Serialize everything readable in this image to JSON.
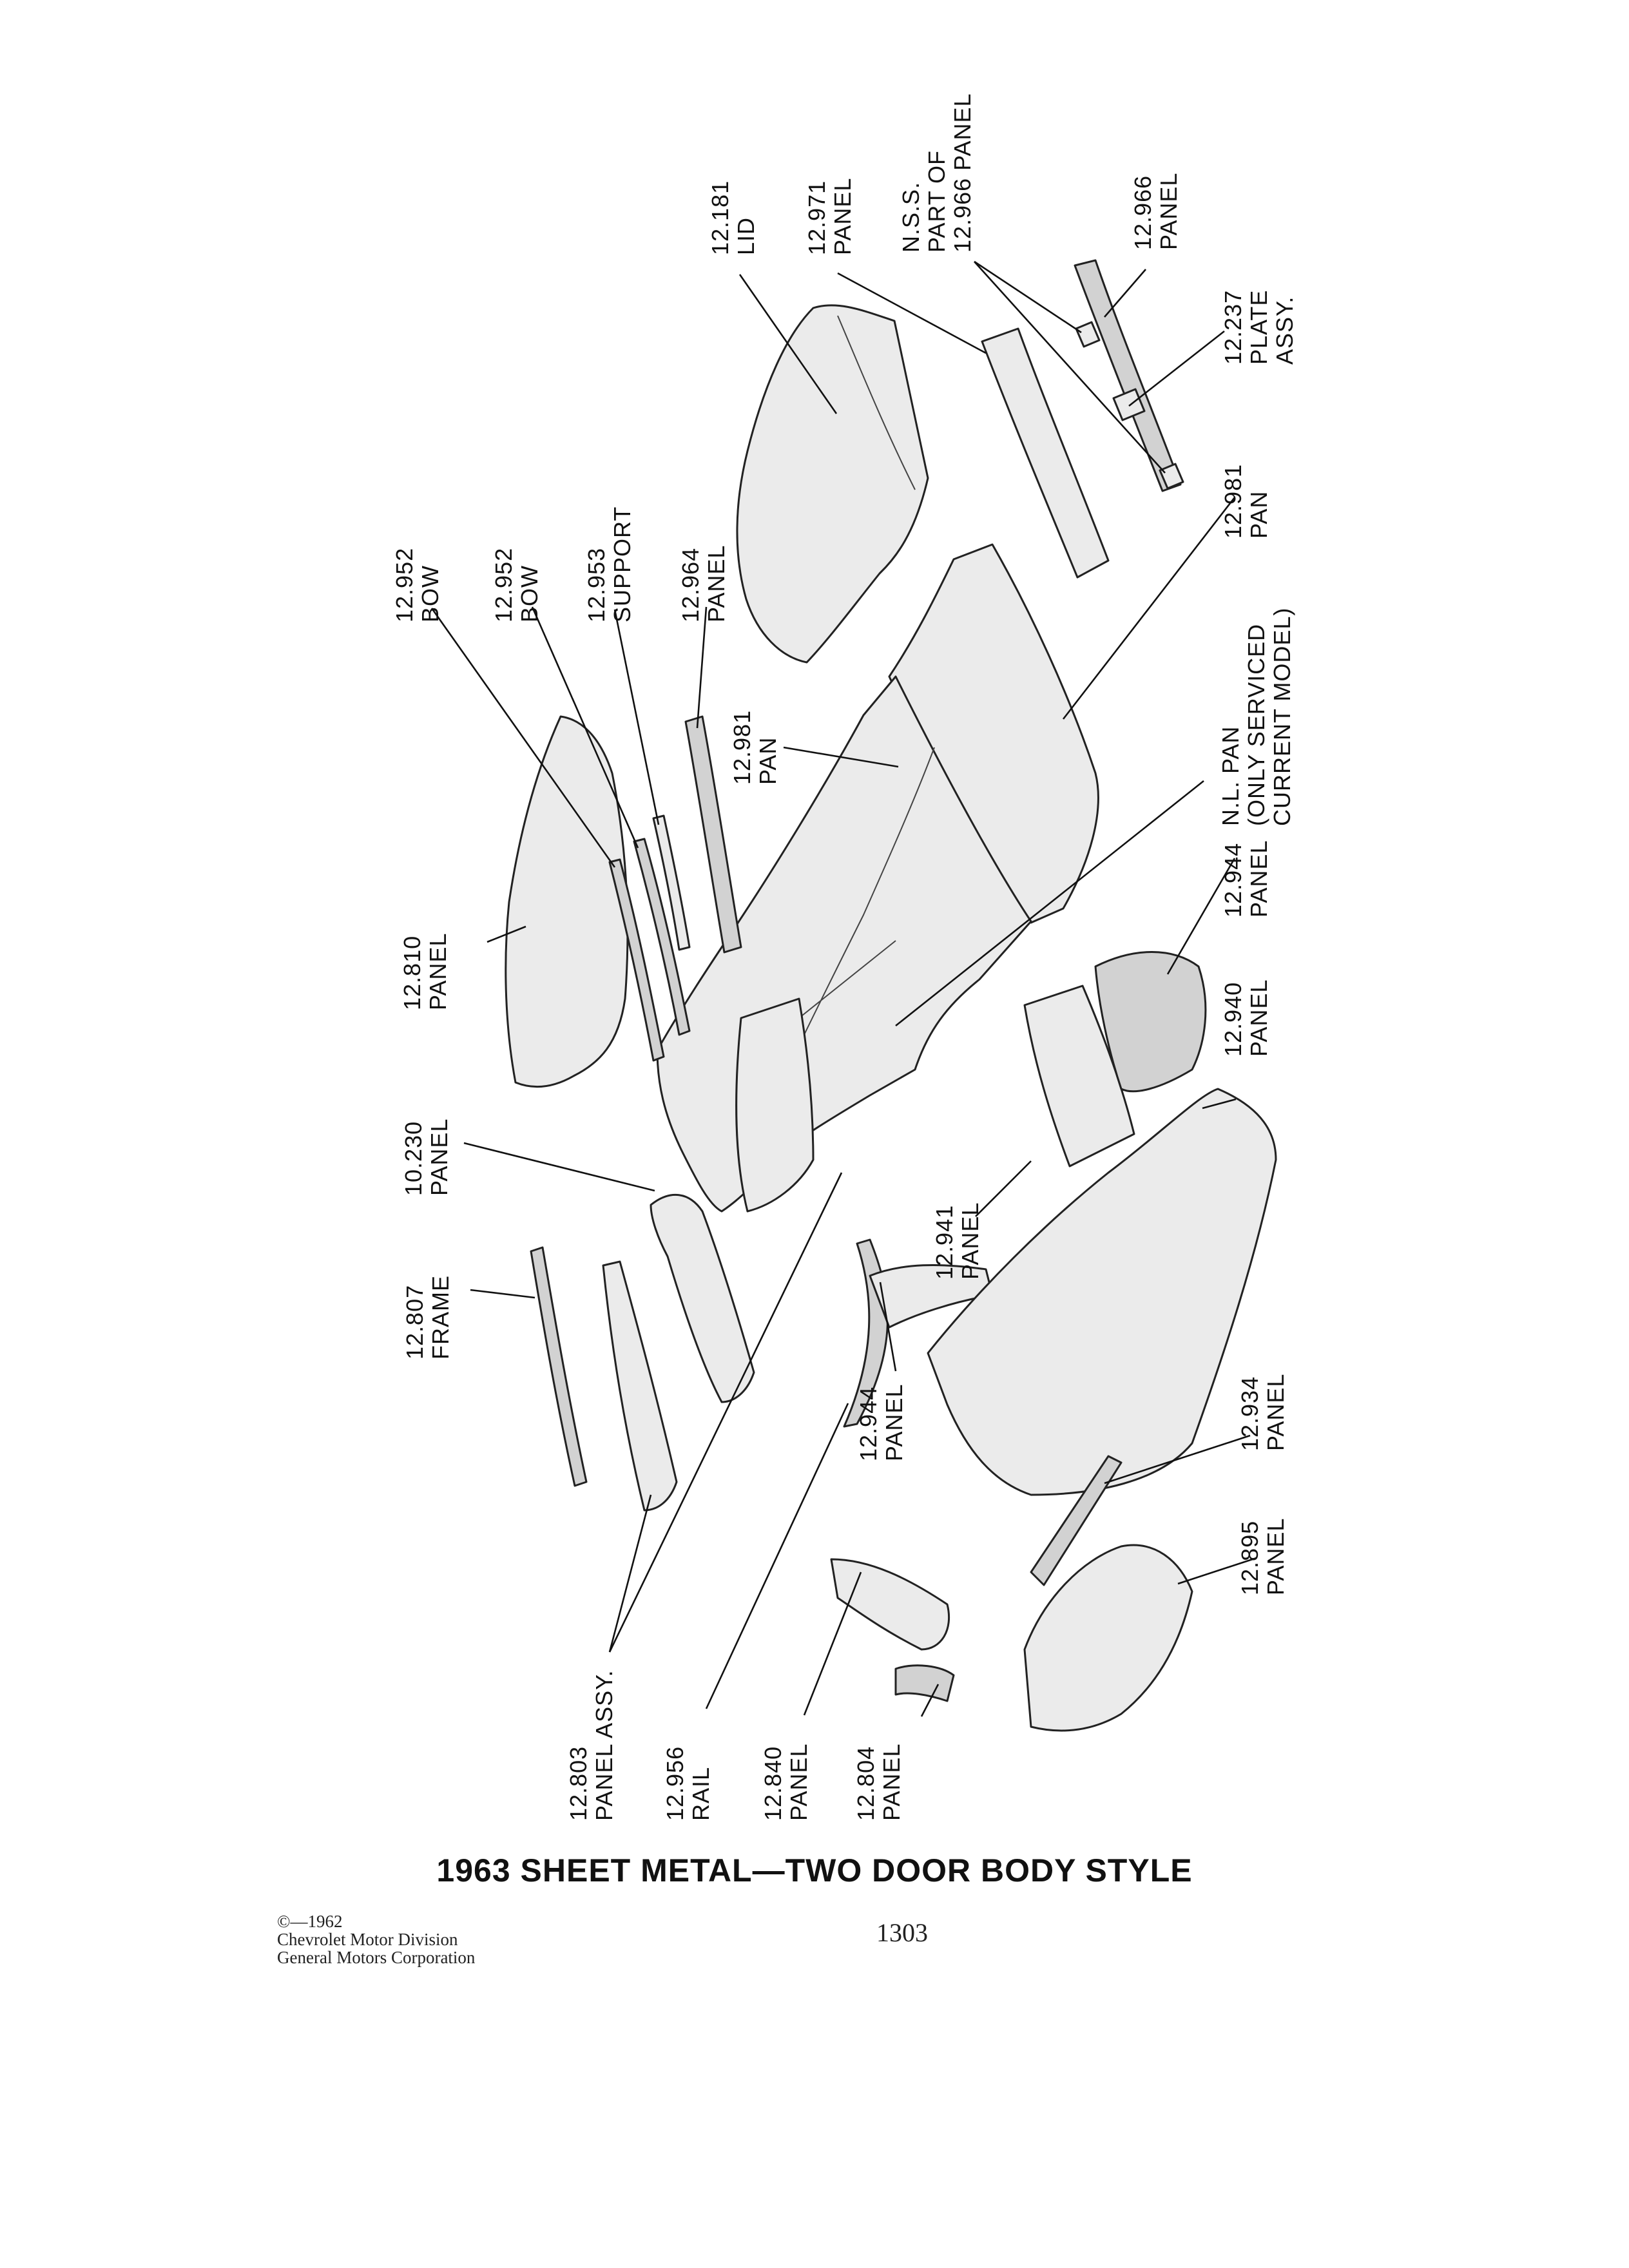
{
  "title": "1963 SHEET METAL—TWO DOOR BODY STYLE",
  "page_number": "1303",
  "copyright": {
    "line1": "©—1962",
    "line2": "Chevrolet Motor Division",
    "line3": "General Motors Corporation"
  },
  "callouts": [
    {
      "id": "lid-12181",
      "number": "12.181",
      "name": "LID"
    },
    {
      "id": "panel-12971",
      "number": "12.971",
      "name": "PANEL"
    },
    {
      "id": "nss-part",
      "number": "N.S.S.",
      "name": "PART OF",
      "extra": "12.966 PANEL"
    },
    {
      "id": "panel-12966",
      "number": "12.966",
      "name": "PANEL"
    },
    {
      "id": "plate-12237",
      "number": "12.237",
      "name": "PLATE",
      "extra": "ASSY."
    },
    {
      "id": "pan-12981-rear",
      "number": "12.981",
      "name": "PAN"
    },
    {
      "id": "nl-pan",
      "number": "N.L. PAN",
      "name": "(ONLY SERVICED",
      "extra": "CURRENT MODEL)"
    },
    {
      "id": "panel-12944-upper",
      "number": "12.944",
      "name": "PANEL"
    },
    {
      "id": "panel-12940",
      "number": "12.940",
      "name": "PANEL"
    },
    {
      "id": "panel-12934",
      "number": "12.934",
      "name": "PANEL"
    },
    {
      "id": "panel-12895",
      "number": "12.895",
      "name": "PANEL"
    },
    {
      "id": "bow-12952-a",
      "number": "12.952",
      "name": "BOW"
    },
    {
      "id": "bow-12952-b",
      "number": "12.952",
      "name": "BOW"
    },
    {
      "id": "support-12953",
      "number": "12.953",
      "name": "SUPPORT"
    },
    {
      "id": "panel-12964",
      "number": "12.964",
      "name": "PANEL"
    },
    {
      "id": "pan-12981-front",
      "number": "12.981",
      "name": "PAN"
    },
    {
      "id": "panel-12810",
      "number": "12.810",
      "name": "PANEL"
    },
    {
      "id": "panel-10230",
      "number": "10.230",
      "name": "PANEL"
    },
    {
      "id": "frame-12807",
      "number": "12.807",
      "name": "FRAME"
    },
    {
      "id": "panel-12941",
      "number": "12.941",
      "name": "PANEL"
    },
    {
      "id": "panel-12944-lower",
      "number": "12.944",
      "name": "PANEL"
    },
    {
      "id": "panel-12803",
      "number": "12.803",
      "name": "PANEL ASSY."
    },
    {
      "id": "rail-12956",
      "number": "12.956",
      "name": "RAIL"
    },
    {
      "id": "panel-12840",
      "number": "12.840",
      "name": "PANEL"
    },
    {
      "id": "panel-12804",
      "number": "12.804",
      "name": "PANEL"
    }
  ]
}
